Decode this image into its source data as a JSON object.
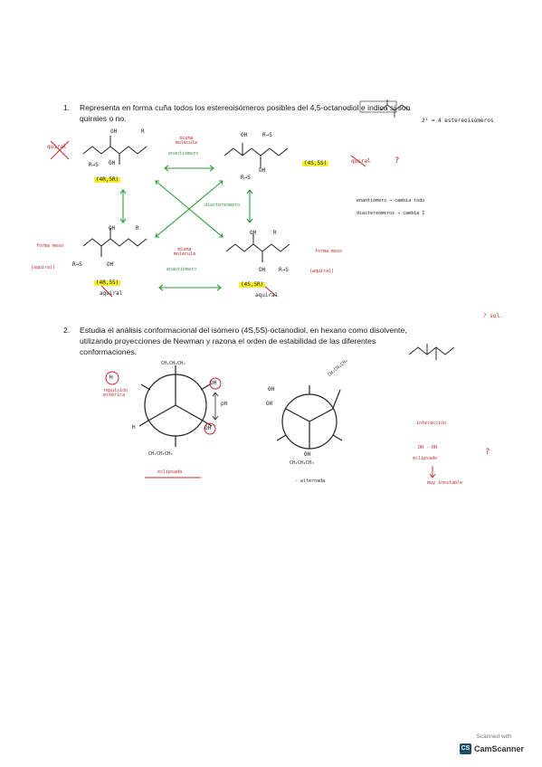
{
  "question1": {
    "number": "1.",
    "line1": "Representa en forma cuña todos los estereoisómeros posibles del 4,5-octanodiol e indica si son",
    "line2": "quirales o no."
  },
  "question2": {
    "number": "2.",
    "line1": "Estudia el análisis conformacional del isómero (4S,5S)-octanodiol, en hexano como disolvente,",
    "line2": "utilizando proyecciones de Newman y razona el orden de estabilidad de las diferentes",
    "line3": "conformaciones."
  },
  "q1_notes": {
    "stereo_count": "2² = 4 estereoisómeros",
    "config_top_left": "(4R,5R)",
    "config_top_right": "(4S,5S)",
    "config_bottom_left": "(4R,5S)",
    "config_bottom_right": "(4S,5R)",
    "chiral_top_left": "quiral",
    "chiral_top_right": "quiral",
    "achiral_bottom_left": "aquiral",
    "achiral_bottom_right": "aquiral",
    "question_mark": "?",
    "label_misma_mol": "misma molécula",
    "label_enantiomero": "enantiómero",
    "label_diastereomero": "diastereómero",
    "label_forma_meso_left": "forma meso",
    "label_forma_meso_right": "forma meso",
    "label_aquiral_left": "(aquiral)",
    "label_aquiral_right": "(aquiral)",
    "legend_line1": "enantiómero → cambia todo",
    "legend_line2": "diastereómeros → cambia 1",
    "oh_labels": [
      "OH",
      "OH",
      "OH",
      "OH",
      "OH",
      "OH",
      "OH",
      "OH"
    ],
    "r_s_labels": [
      "R",
      "R→S",
      "R→S",
      "R→S",
      "R",
      "R→S",
      "R",
      "R→S"
    ]
  },
  "q2_notes": {
    "newman1_top": "CH₂CH₂CH₃",
    "newman1_bottom": "CH₂CH₂CH₃",
    "newman1_caption": "eclipsada",
    "newman1_ph": "pH",
    "newman1_oh_labels": [
      "H",
      "OH",
      "OH",
      "H"
    ],
    "newman1_side": "repulsión estérica",
    "newman2_top": "CH₂CH₂CH₃",
    "newman2_bottom": "CH₂CH₂CH₃",
    "newman2_caption": "- alternada",
    "newman2_oh_labels": [
      "OH",
      "OH",
      "OH"
    ],
    "right_note_1": "interacción",
    "right_note_2": "OH - OH",
    "right_note_3": "eclipsado",
    "right_note_4": "muy inestable",
    "top_right_label": "? sol.",
    "question_mark_2": "?"
  },
  "scanner": {
    "scanned_with": "Scanned with",
    "brand_logo": "CS",
    "brand_name": "CamScanner"
  }
}
